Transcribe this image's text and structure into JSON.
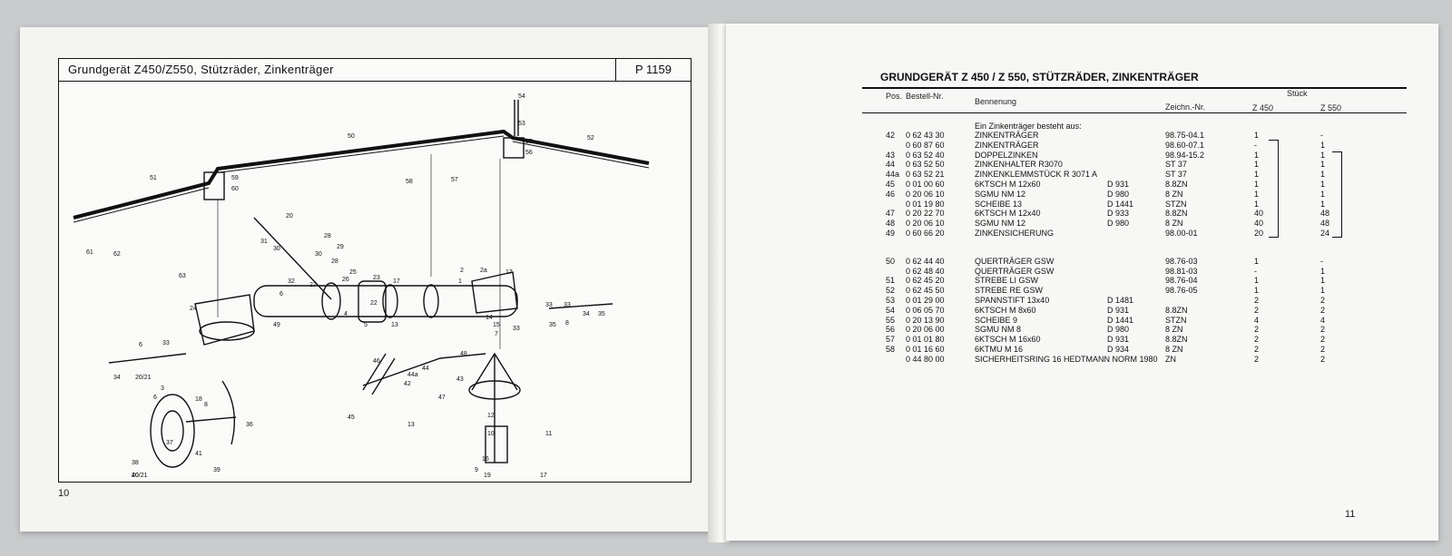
{
  "left_page": {
    "title": "Grundgerät Z450/Z550, Stützräder, Zinkenträger",
    "code": "P 1159",
    "page_number": "10",
    "callouts": [
      "54",
      "53",
      "55",
      "56",
      "50",
      "52",
      "51",
      "59",
      "60",
      "58",
      "57",
      "61",
      "62",
      "20",
      "31",
      "30",
      "28",
      "29",
      "30",
      "28",
      "25",
      "26",
      "23",
      "17",
      "2",
      "1",
      "2a",
      "17",
      "34",
      "35",
      "63",
      "32",
      "27",
      "6",
      "24",
      "22",
      "4",
      "5",
      "13",
      "14",
      "15",
      "7",
      "33",
      "6",
      "33",
      "8",
      "35",
      "34",
      "20/21",
      "3",
      "49",
      "46",
      "44",
      "44a",
      "42",
      "47",
      "48",
      "43",
      "45",
      "13",
      "12",
      "10",
      "11",
      "16",
      "9",
      "17",
      "19",
      "18",
      "8",
      "36",
      "37",
      "41",
      "39",
      "38",
      "40",
      "20/21",
      "6",
      "33",
      "33"
    ]
  },
  "right_page": {
    "title": "GRUNDGERÄT Z 450 / Z 550, STÜTZRÄDER, ZINKENTRÄGER",
    "page_number": "11",
    "headers": {
      "pos": "Pos.",
      "bestell": "Bestell-Nr.",
      "benennung": "Bennenung",
      "zeichn": "Zeichn.-Nr.",
      "stueck": "Stück",
      "z450": "Z 450",
      "z550": "Z 550"
    },
    "intro": "Ein Zinkenträger besteht aus:",
    "rows": [
      {
        "pos": "42",
        "nr": "0 62 43 30",
        "name": "ZINKENTRÄGER",
        "norm": "",
        "zeichn": "98.75-04.1",
        "z450": "1",
        "z550": "-"
      },
      {
        "pos": "",
        "nr": "0 60 87 60",
        "name": "ZINKENTRÄGER",
        "norm": "",
        "zeichn": "98.60-07.1",
        "z450": "-",
        "z550": "1"
      },
      {
        "pos": "43",
        "nr": "0 63 52 40",
        "name": "DOPPELZINKEN",
        "norm": "",
        "zeichn": "98.94-15.2",
        "z450": "1",
        "z550": "1"
      },
      {
        "pos": "44",
        "nr": "0 63 52 50",
        "name": "ZINKENHALTER R3070",
        "norm": "",
        "zeichn": "ST 37",
        "z450": "1",
        "z550": "1"
      },
      {
        "pos": "44a",
        "nr": "0 63 52 21",
        "name": "ZINKENKLEMMSTÜCK R 3071 A",
        "norm": "",
        "zeichn": "ST 37",
        "z450": "1",
        "z550": "1"
      },
      {
        "pos": "45",
        "nr": "0 01 00 60",
        "name": "6KTSCH    M 12x60",
        "norm": "D 931",
        "zeichn": "8.8ZN",
        "z450": "1",
        "z550": "1"
      },
      {
        "pos": "46",
        "nr": "0 20 06 10",
        "name": "SGMU       NM 12",
        "norm": "D 980",
        "zeichn": "8 ZN",
        "z450": "1",
        "z550": "1"
      },
      {
        "pos": "",
        "nr": "0 01 19 80",
        "name": "SCHEIBE    13",
        "norm": "D 1441",
        "zeichn": "STZN",
        "z450": "1",
        "z550": "1"
      },
      {
        "pos": "47",
        "nr": "0 20 22 70",
        "name": "6KTSCH    M 12x40",
        "norm": "D 933",
        "zeichn": "8.8ZN",
        "z450": "40",
        "z550": "48"
      },
      {
        "pos": "48",
        "nr": "0 20 06 10",
        "name": "SGMU       NM 12",
        "norm": "D 980",
        "zeichn": "8 ZN",
        "z450": "40",
        "z550": "48"
      },
      {
        "pos": "49",
        "nr": "0 60 66 20",
        "name": "ZINKENSICHERUNG",
        "norm": "",
        "zeichn": "98.00-01",
        "z450": "20",
        "z550": "24"
      },
      {
        "pos": "50",
        "nr": "0 62 44 40",
        "name": "QUERTRÄGER GSW",
        "norm": "",
        "zeichn": "98.76-03",
        "z450": "1",
        "z550": "-"
      },
      {
        "pos": "",
        "nr": "0 62 48 40",
        "name": "QUERTRÄGER GSW",
        "norm": "",
        "zeichn": "98.81-03",
        "z450": "-",
        "z550": "1"
      },
      {
        "pos": "51",
        "nr": "0 62 45 20",
        "name": "STREBE LI GSW",
        "norm": "",
        "zeichn": "98.76-04",
        "z450": "1",
        "z550": "1"
      },
      {
        "pos": "52",
        "nr": "0 62 45 50",
        "name": "STREBE RE GSW",
        "norm": "",
        "zeichn": "98.76-05",
        "z450": "1",
        "z550": "1"
      },
      {
        "pos": "53",
        "nr": "0 01 29 00",
        "name": "SPANNSTIFT     13x40",
        "norm": "D 1481",
        "zeichn": "",
        "z450": "2",
        "z550": "2"
      },
      {
        "pos": "54",
        "nr": "0 06 05 70",
        "name": "6KTSCH    M 8x60",
        "norm": "D  931",
        "zeichn": "8.8ZN",
        "z450": "2",
        "z550": "2"
      },
      {
        "pos": "55",
        "nr": "0 20 13 90",
        "name": "SCHEIBE   9",
        "norm": "D 1441",
        "zeichn": "STZN",
        "z450": "4",
        "z550": "4"
      },
      {
        "pos": "56",
        "nr": "0 20 06 00",
        "name": "SGMU      NM 8",
        "norm": "D 980",
        "zeichn": "8 ZN",
        "z450": "2",
        "z550": "2"
      },
      {
        "pos": "57",
        "nr": "0 01 01 80",
        "name": "6KTSCH    M 16x60",
        "norm": "D 931",
        "zeichn": "8.8ZN",
        "z450": "2",
        "z550": "2"
      },
      {
        "pos": "58",
        "nr": "0 01 16 60",
        "name": "6KTMU     M 16",
        "norm": "D 934",
        "zeichn": "8 ZN",
        "z450": "2",
        "z550": "2"
      },
      {
        "pos": "",
        "nr": "0 44 80 00",
        "name": "SICHERHEITSRING 16  HEDTMANN NORM 1980",
        "norm": "",
        "zeichn": "ZN",
        "z450": "2",
        "z550": "2"
      }
    ]
  }
}
